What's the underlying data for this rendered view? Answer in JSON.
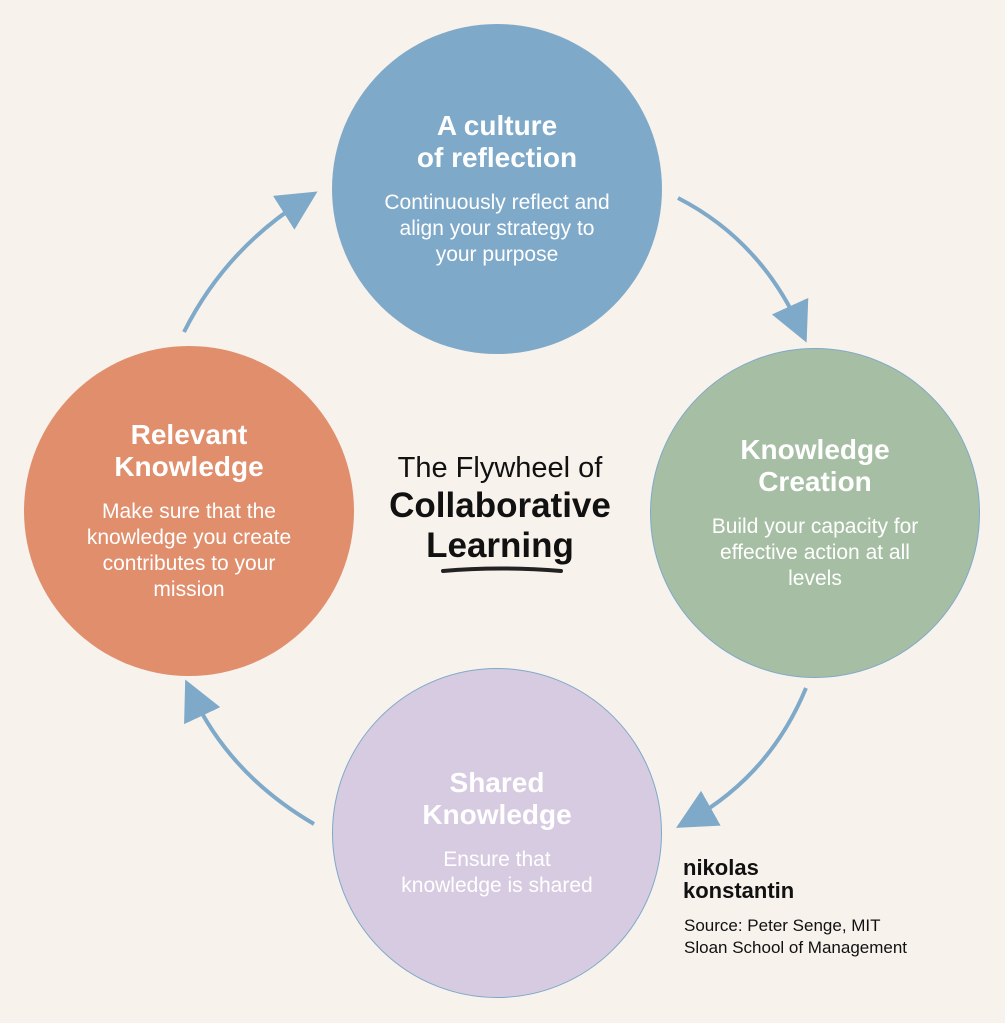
{
  "center": {
    "line1": "The Flywheel of",
    "line2": "Collaborative",
    "line3": "Learning"
  },
  "nodes": [
    {
      "title": "A culture\nof reflection",
      "description": "Continuously reflect and\nalign your strategy to\nyour purpose",
      "color": "#7fa9c9"
    },
    {
      "title": "Knowledge\nCreation",
      "description": "Build your capacity for\neffective action at all\nlevels",
      "color": "#a6bfa4"
    },
    {
      "title": "Shared\nKnowledge",
      "description": "Ensure that\nknowledge is shared",
      "color": "#d7cbe1"
    },
    {
      "title": "Relevant\nKnowledge",
      "description": "Make sure that the\nknowledge you create\ncontributes to your\nmission",
      "color": "#e08e6c"
    }
  ],
  "arrow_color": "#7fa9c9",
  "brand": "nikolas\nkonstantin",
  "source": "Source: Peter Senge, MIT\nSloan School of Management"
}
